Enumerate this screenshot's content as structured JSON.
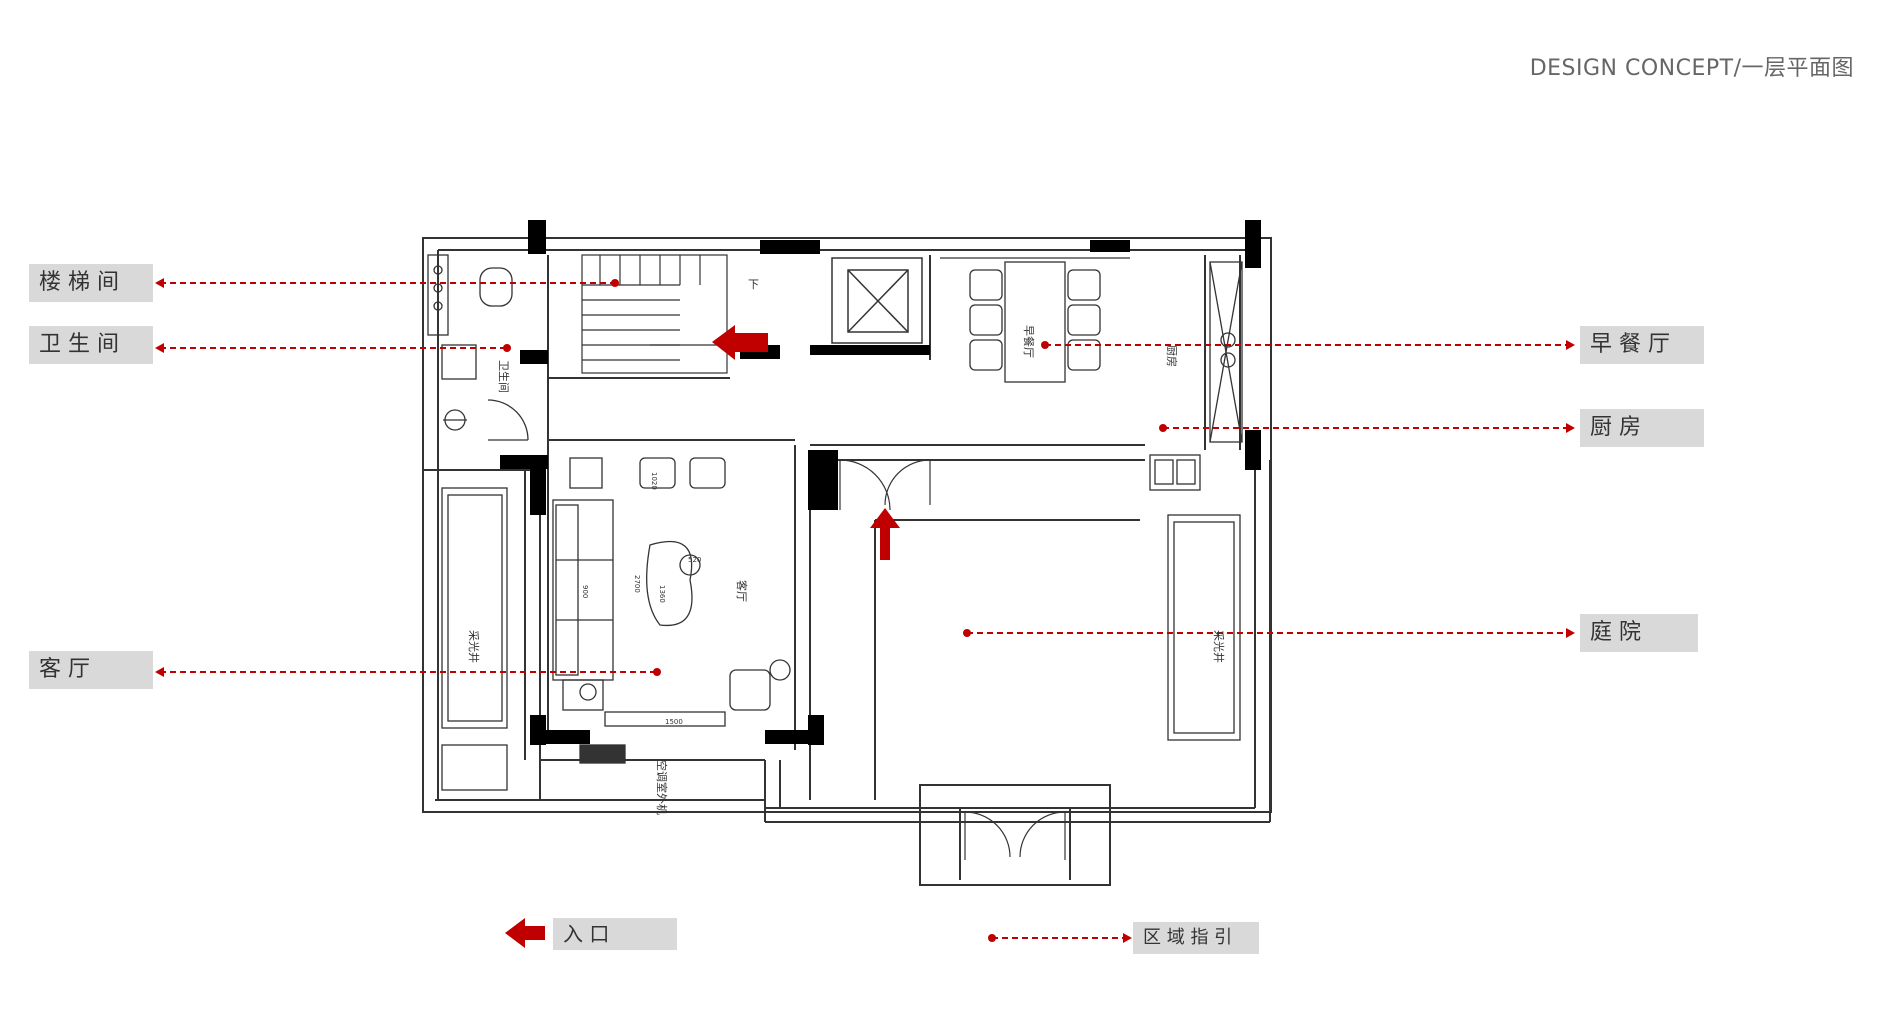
{
  "page": {
    "title": "DESIGN CONCEPT/一层平面图"
  },
  "room_tags": {
    "stairwell": "楼 梯 间",
    "bathroom": "卫 生 间",
    "living_room": "客 厅",
    "breakfast": "早 餐 厅",
    "kitchen": "厨 房",
    "courtyard": "庭 院"
  },
  "plan_labels": {
    "down": "下",
    "wc": "卫生间",
    "breakfast": "早餐厅",
    "kitchen": "厨房",
    "living": "客厅",
    "lightwell_left": "采光井",
    "lightwell_right": "采光井",
    "ac_unit": "空调室外机",
    "dim_1500": "1500",
    "dim_900": "900",
    "dim_2700": "2700",
    "dim_1360": "1360",
    "dim_520": "520",
    "dim_1020": "1020"
  },
  "legend": {
    "entrance": "入 口",
    "area_guide": "区 域 指 引"
  },
  "colors": {
    "accent": "#c00000",
    "tag_bg": "#d9d9d9",
    "wall": "#000000",
    "line": "#333333"
  }
}
